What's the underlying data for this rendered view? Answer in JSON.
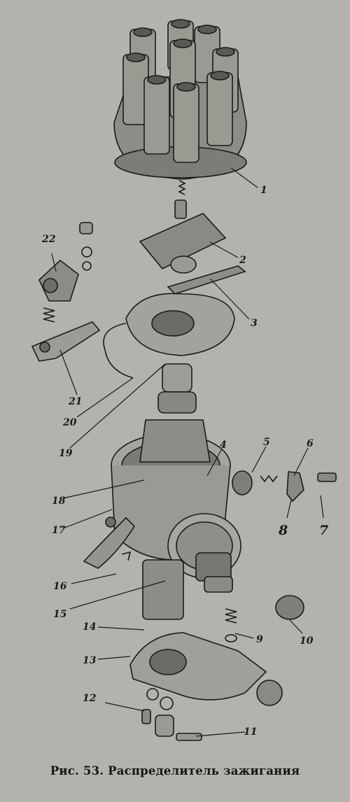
{
  "caption": "Рис. 53. Распределитель зажигания",
  "callouts": {
    "c1": "1",
    "c2": "2",
    "c3": "3",
    "c4": "4",
    "c5": "5",
    "c6": "6",
    "c7": "7",
    "c8": "8",
    "c9": "9",
    "c10": "10",
    "c11": "11",
    "c12": "12",
    "c13": "13",
    "c14": "14",
    "c15": "15",
    "c16": "16",
    "c17": "17",
    "c18": "18",
    "c19": "19",
    "c20": "20",
    "c21": "21",
    "c22": "22"
  }
}
